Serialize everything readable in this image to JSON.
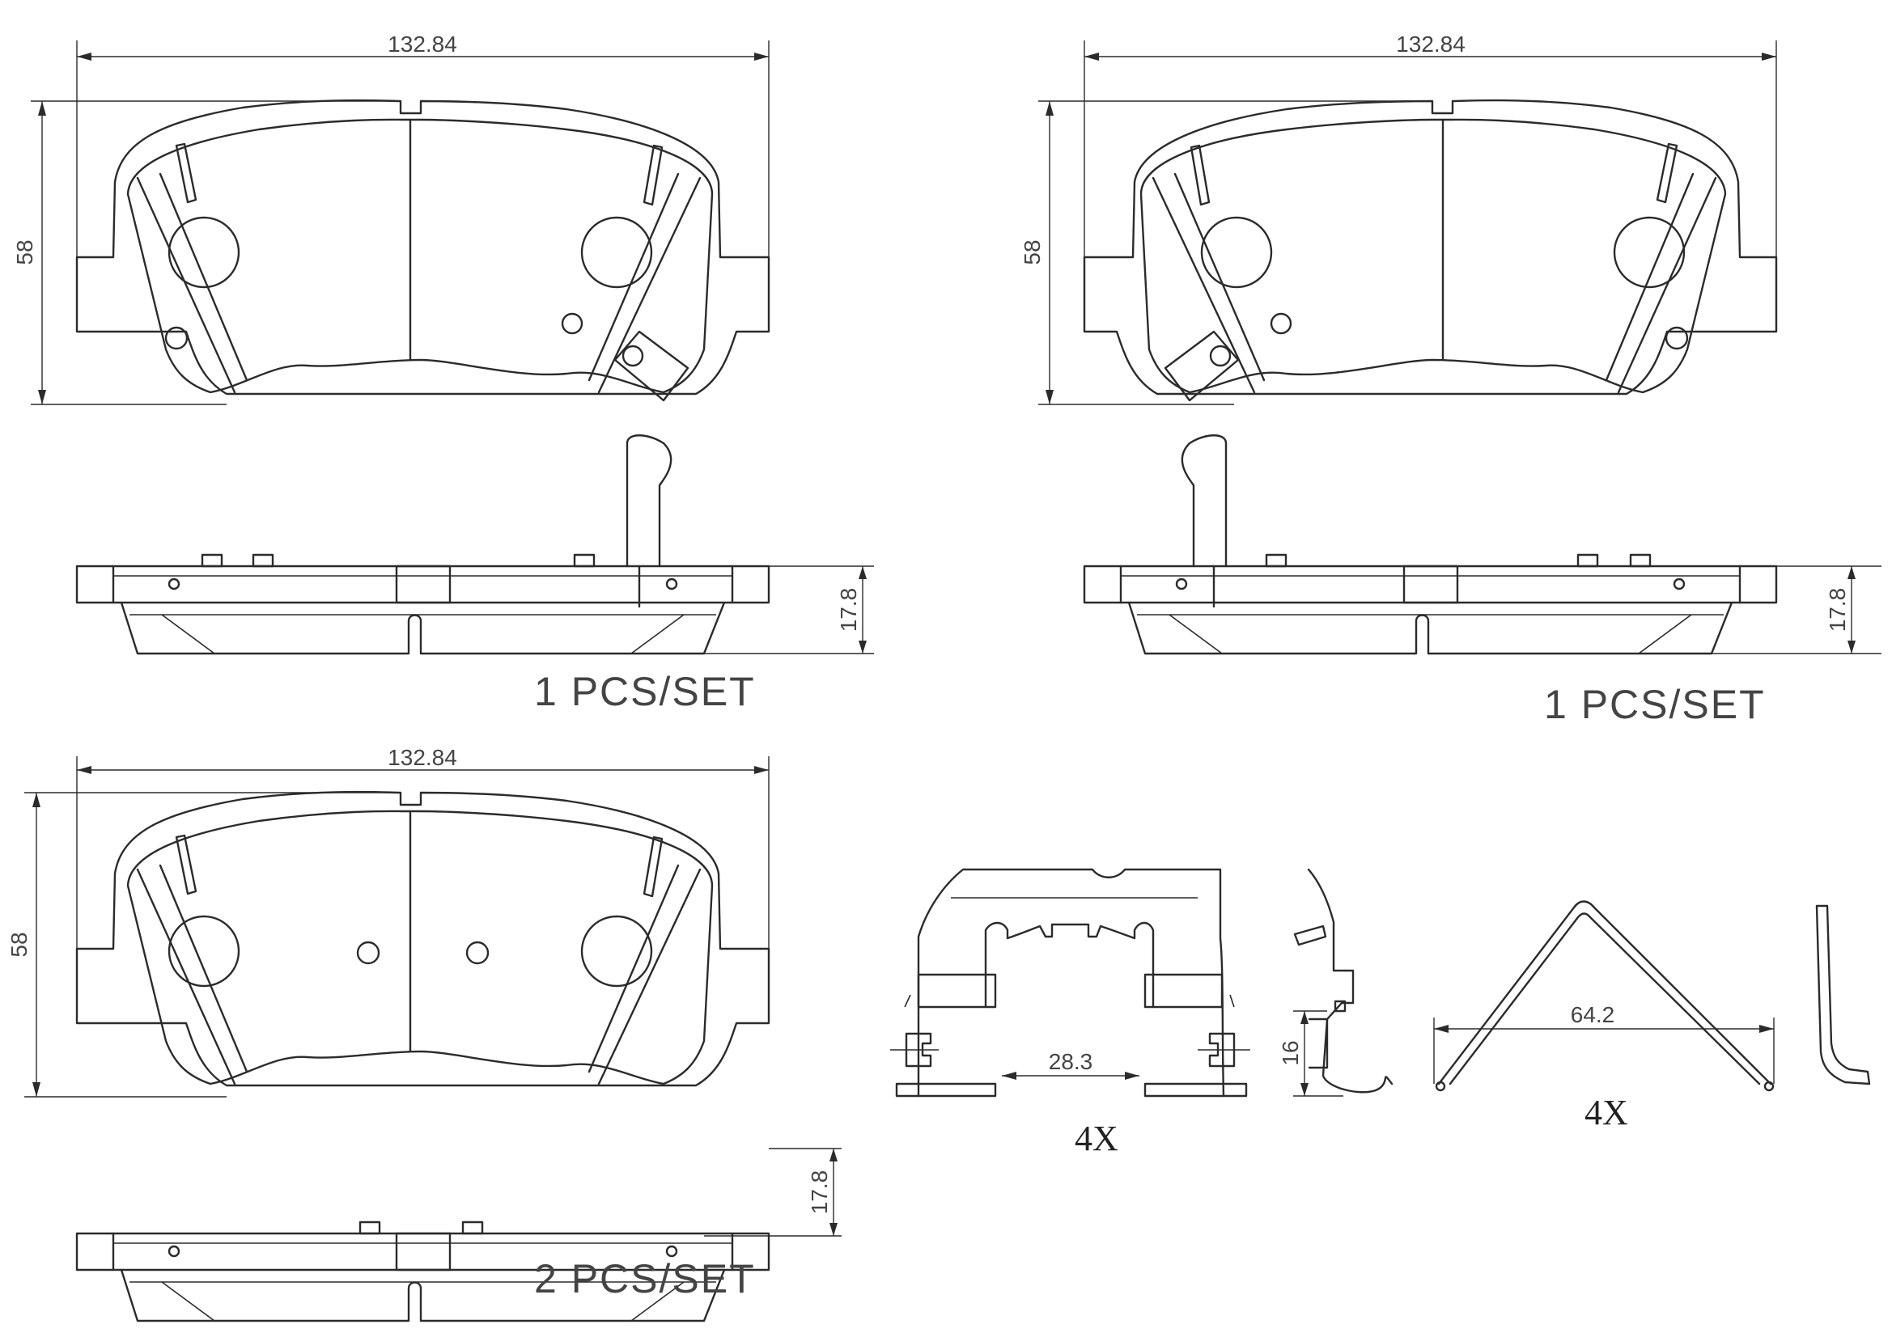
{
  "dimensions": {
    "pad_width": "132.84",
    "pad_height": "58",
    "pad_thickness": "17.8",
    "clip_spacing": "28.3",
    "clip_height": "16",
    "spring_span": "64.2"
  },
  "quantities": {
    "pad_top_left": "1  PCS/SET",
    "pad_top_right": "1  PCS/SET",
    "pad_bottom_left": "2  PCS/SET",
    "clips": "4X",
    "springs": "4X"
  },
  "colors": {
    "line": "#2b2b2b",
    "text": "#444444",
    "background": "#ffffff"
  }
}
